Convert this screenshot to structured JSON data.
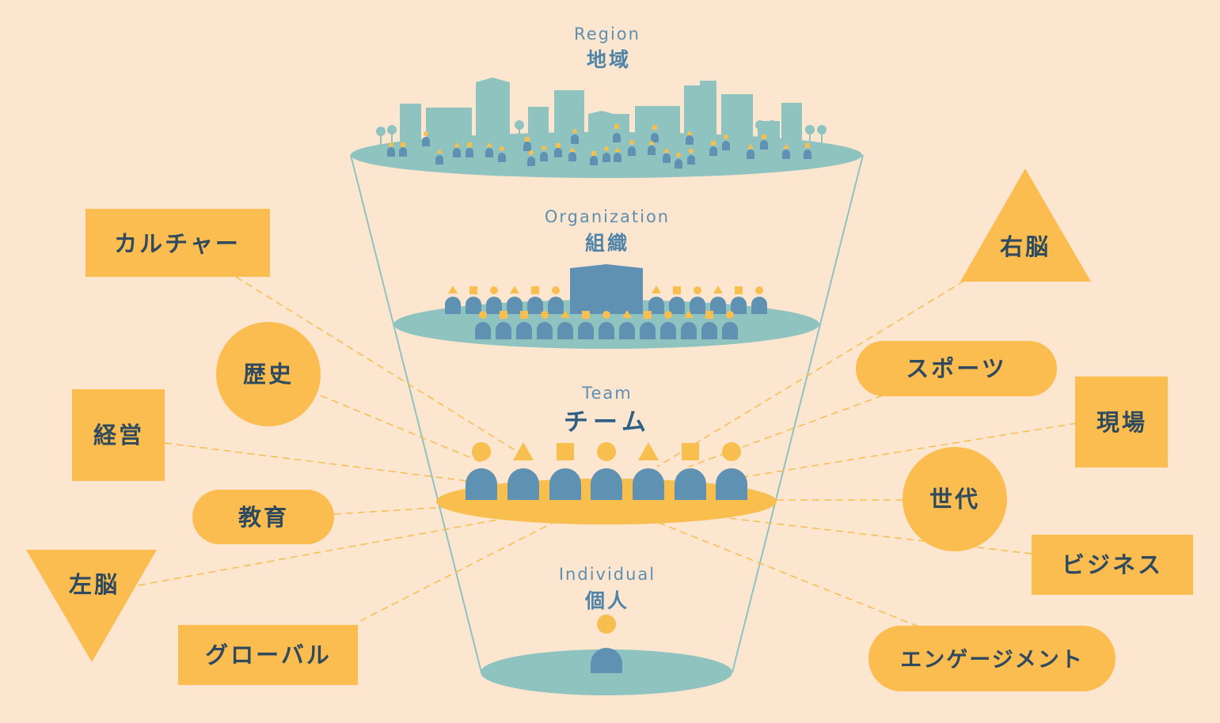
{
  "levels": {
    "region": {
      "en": "Region",
      "jp": "地域"
    },
    "organization": {
      "en": "Organization",
      "jp": "組織"
    },
    "team": {
      "en": "Team",
      "jp": "チーム"
    },
    "individual": {
      "en": "Individual",
      "jp": "個人"
    }
  },
  "tags": {
    "culture": "カルチャー",
    "history": "歴史",
    "management": "経営",
    "education": "教育",
    "left_brain": "左脳",
    "global": "グローバル",
    "right_brain": "右脳",
    "sports": "スポーツ",
    "field": "現場",
    "generation": "世代",
    "business": "ビジネス",
    "engagement": "エンゲージメント"
  },
  "colors": {
    "background": "#fce6cf",
    "tag_fill": "#fbbd4f",
    "teal": "#8fc3c0",
    "blue": "#5f91b3",
    "yellow": "#f8be4e"
  }
}
